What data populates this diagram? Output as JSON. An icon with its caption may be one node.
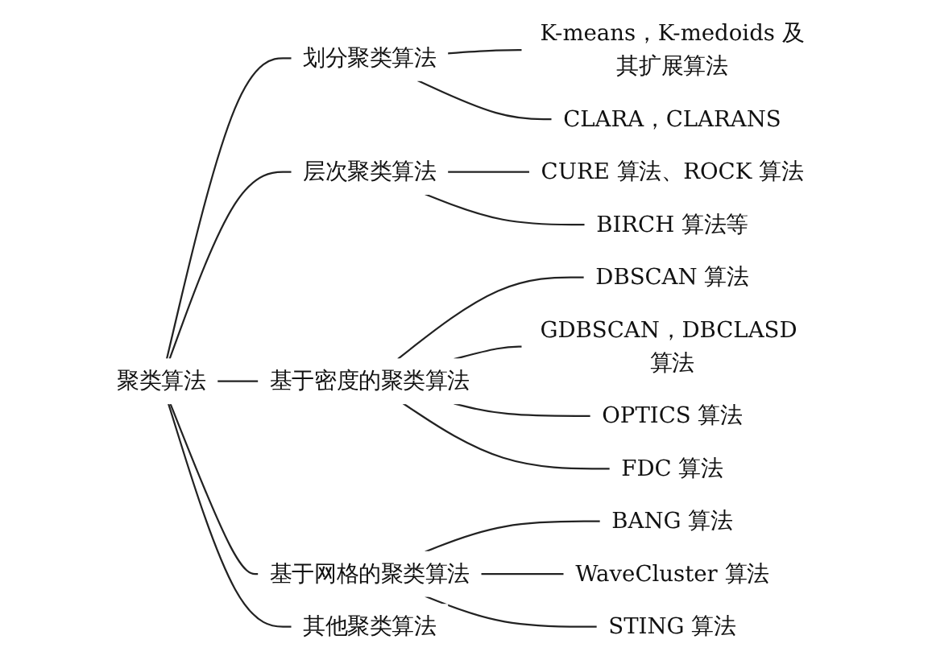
{
  "diagram": {
    "nodes": [
      {
        "text": [
          "聚类算法"
        ]
      },
      {
        "text": [
          "划分聚类算法"
        ]
      },
      {
        "text": [
          "K-means，K-medoids 及其扩展算法"
        ]
      },
      {
        "text": [
          "CLARA，CLARANS"
        ]
      },
      {
        "text": [
          "层次聚类算法"
        ]
      },
      {
        "text": [
          "CURE 算法、ROCK 算法"
        ]
      },
      {
        "text": [
          "BIRCH 算法等"
        ]
      },
      {
        "text": [
          "基于密度的聚类算法"
        ]
      },
      {
        "text": [
          "DBSCAN 算法"
        ]
      },
      {
        "text": [
          "GDBSCAN，DBCLASD 算法"
        ]
      },
      {
        "text": [
          "OPTICS 算法"
        ]
      },
      {
        "text": [
          "FDC 算法"
        ]
      },
      {
        "text": [
          "基于网格的聚类算法"
        ]
      },
      {
        "text": [
          "BANG 算法"
        ]
      },
      {
        "text": [
          "WaveCluster 算法"
        ]
      },
      {
        "text": [
          "STING 算法"
        ]
      },
      {
        "text": [
          "其他聚类算法"
        ]
      }
    ],
    "edges": [
      {
        "from": 0,
        "to": 1,
        "arrow": "none"
      },
      {
        "from": 1,
        "to": 2,
        "arrow": "none"
      },
      {
        "from": 1,
        "to": 3,
        "arrow": "none"
      },
      {
        "from": 0,
        "to": 4,
        "arrow": "none"
      },
      {
        "from": 4,
        "to": 5,
        "arrow": "none"
      },
      {
        "from": 4,
        "to": 6,
        "arrow": "none"
      },
      {
        "from": 0,
        "to": 7,
        "arrow": "none"
      },
      {
        "from": 7,
        "to": 8,
        "arrow": "none"
      },
      {
        "from": 7,
        "to": 9,
        "arrow": "none"
      },
      {
        "from": 7,
        "to": 10,
        "arrow": "none"
      },
      {
        "from": 7,
        "to": 11,
        "arrow": "none"
      },
      {
        "from": 0,
        "to": 12,
        "arrow": "none"
      },
      {
        "from": 12,
        "to": 13,
        "arrow": "none"
      },
      {
        "from": 12,
        "to": 14,
        "arrow": "none"
      },
      {
        "from": 12,
        "to": 15,
        "arrow": "none"
      },
      {
        "from": 0,
        "to": 16,
        "arrow": "none"
      }
    ]
  }
}
